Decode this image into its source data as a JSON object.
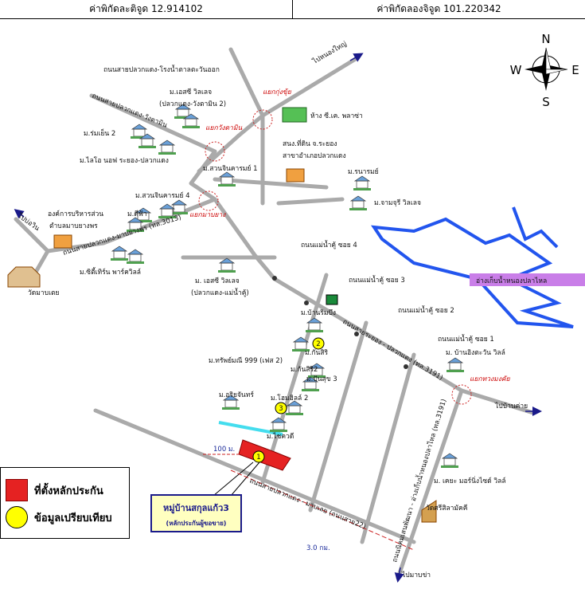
{
  "header": {
    "latitude": "ค่าพิกัดละติจูด 12.914102",
    "longitude": "ค่าพิกัดลองจิจูด 101.220342"
  },
  "compass": {
    "n": "N",
    "s": "S",
    "e": "E",
    "w": "W"
  },
  "roads": {
    "plak_daeng_factory": "ถนนสายปลวกแดง-โรงน้ำตาลตะวันออก",
    "nong_yai": "ไปหนองใหญ่",
    "plak_daeng_wang_tamin": "ถนนสายปลวกแดง-วังตามิน",
    "ban_bueng": "ไปบ่อวิน",
    "plak_daeng_map_yang": "ถนนสายปลวกแดง-มาบยางพร (ทล.3013)",
    "soi4": "ถนนแม่น้ำคู้ ซอย 4",
    "soi3": "ถนนแม่น้ำคู้ ซอย 3",
    "soi2": "ถนนแม่น้ำคู้ ซอย 2",
    "soi1": "ถนนแม่น้ำคู้ ซอย 1",
    "rayong_plak_daeng": "ถนนสายระยอง - ปลวกแดง (ทล.3191)",
    "ban_khai": "ไปบ้านค่าย",
    "plak_daeng_map_kha": "ถนนสายปลวกแดง - มาบเลย (ถนนสาย22)",
    "map_kha_go": "ไปมาบข่า",
    "nong_la_lok": "ถนนนิคมเสนพัฒนา - อ่างเก็บน้ำหนองปลาไหล (ทล.3191)",
    "dist_100": "100 ม.",
    "dist_3km": "3.0 กม."
  },
  "junctions": {
    "kaeng_khoi": "แยกกุ่งขุ้ย",
    "wang_tamin": "แยกวังตามิน",
    "map_yang": "แยกมาบยาง",
    "nong_la_lai": "แยกทวงมงคัย"
  },
  "places": {
    "sc_plaza": "ห้าง ซี.เค. พลาซ่า",
    "land_office_1": "สนง.ที่ดิน จ.ระยอง",
    "land_office_2": "สาขาอำเภอปลวกแดง",
    "sv_village_1": "ม.เอสซี วิลเลจ",
    "sv_village_2": "(ปลวกแดง-วังตามิน 2)",
    "rom_rin_2": "ม.ร่มเย็น 2",
    "lilo_1": "ม.ไลโอ นอฟ ระยอง-ปลวกแดง",
    "suan_chin_1": "ม.สวนจินคารมย์ 1",
    "suan_chin_4": "ม.สวนจินคารมย์ 4",
    "ratchamon": "ม.รนารมย์",
    "chamchuri": "ม.จามจุรี วิลเลจ",
    "dee_fa": "ม.ดีฟ้า",
    "org_1": "องค์การบริหารส่วน",
    "org_2": "ตำบลมาบยางพร",
    "cityhome": "ม.ซิตี้เทิร์น พาร์ควิลล์",
    "wat_map_khoi": "วัดมาบเตย",
    "sc_village_b1": "ม. เอสซี วิลเลจ",
    "sc_village_b2": "(ปลวกแดง-แม่น้ำคู้)",
    "reservoir": "อ่างเก็บน้ำหนองปลาไหล",
    "ban_rim_bueng": "ม.บ้านริมบึง",
    "kansiri": "ม.กันสิริ",
    "kansiri2": "ม.กันสิริ2",
    "supamit": "ม.ทรัพย์มณี 999 (เฟส 2)",
    "pansuk3": "ม.ปันสุข 3",
    "ban_ing": "ม. บ้านอิงตะวัน วิลล์",
    "ariyan": "ม.อริยจันทร์",
    "home_hill": "ม.โฮมฮิลล์ 2",
    "chairkhi": "ม.ไชควดี",
    "ketsara": "ม. เคยะ มอร์นิ่งไซด์ วิลล์",
    "wat_sri": "วัดศรีสิลามัคคี"
  },
  "markers": {
    "c1": "1",
    "c2": "2",
    "c3": "3"
  },
  "callout": {
    "title": "หมู่บ้านสกุลแก้ว3",
    "subtitle": "(หลักประกันผู้ขอขาย)"
  },
  "legend": {
    "collateral": "ที่ตั้งหลักประกัน",
    "comparable": "ข้อมูลเปรียบเทียบ"
  },
  "colors": {
    "road": "#aaaaaa",
    "water": "#2255ee",
    "marker": "#ffff00",
    "collateral": "#e52222"
  }
}
